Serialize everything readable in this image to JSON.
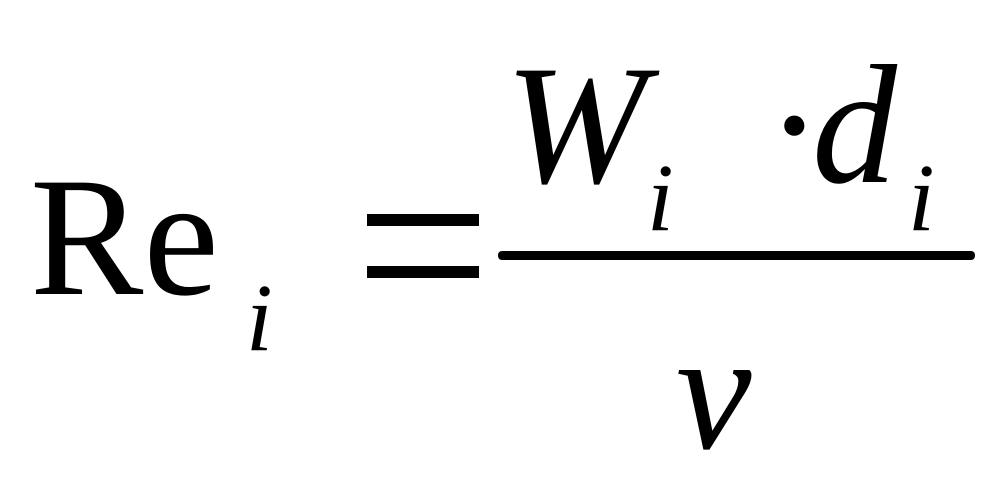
{
  "formula": {
    "lhs": {
      "symbol": "Re",
      "subscript": "i"
    },
    "operator": "=",
    "numerator": {
      "term1": "W",
      "term1_subscript": "i",
      "multiply": "·",
      "term2": "d",
      "term2_subscript": "i"
    },
    "denominator": {
      "symbol": "ν"
    }
  }
}
